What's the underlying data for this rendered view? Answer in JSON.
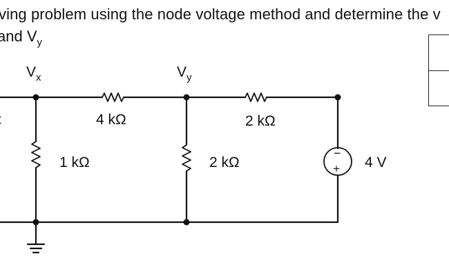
{
  "question": {
    "line1": "ving problem using the node voltage method and determine the v",
    "line2_prefix": "and V",
    "line2_sub": "y"
  },
  "nodes": {
    "vx": {
      "main": "V",
      "sub": "x"
    },
    "vy": {
      "main": "V",
      "sub": "y"
    }
  },
  "components": {
    "r_top_left": "4 kΩ",
    "r_top_right": "2 kΩ",
    "r_shunt_left": "1 kΩ",
    "r_shunt_mid": "2 kΩ",
    "source_value": "4 V",
    "source_minus": "−",
    "source_plus": "+"
  },
  "left_edge_fragment": ":"
}
